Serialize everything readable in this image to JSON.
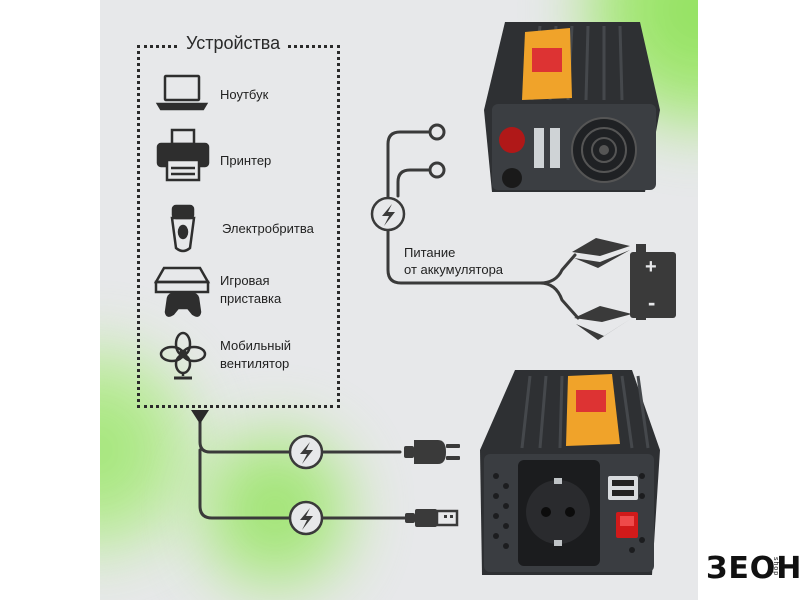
{
  "devices": {
    "title": "Устройства",
    "items": [
      {
        "label": "Ноутбук",
        "icon": "laptop-icon"
      },
      {
        "label": "Принтер",
        "icon": "printer-icon"
      },
      {
        "label": "Электробритва",
        "icon": "electric-shaver-icon"
      },
      {
        "label": "Игровая приставка",
        "line1": "Игровая",
        "line2": "приставка",
        "icon": "game-console-icon"
      },
      {
        "label": "Мобильный вентилятор",
        "line1": "Мобильный",
        "line2": "вентилятор",
        "icon": "desk-fan-icon"
      }
    ]
  },
  "power_source": {
    "line1": "Питание",
    "line2": "от аккумулятора",
    "battery_plus": "+",
    "battery_minus": "-"
  },
  "outputs": [
    "ac-plug-icon",
    "usb-plug-icon"
  ],
  "brand": {
    "name": "ЗЕОН",
    "sub": "shop"
  },
  "colors": {
    "background": "#e7e8ea",
    "accent_green": "#7ee040",
    "line": "#3a3a3a",
    "device_body": "#2e3033",
    "label_orange": "#f0a32a",
    "switch_red": "#d11a1a"
  }
}
